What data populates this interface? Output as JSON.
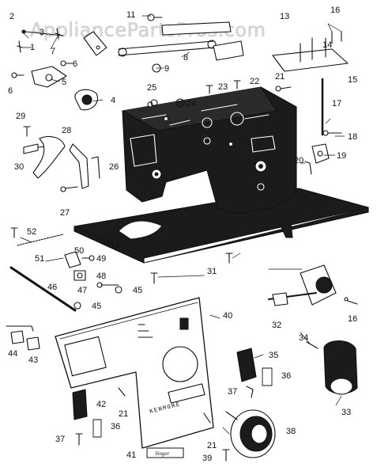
{
  "watermark": "AppliancePartsPros.com",
  "colors": {
    "ink": "#111111",
    "body": "#1b1b1b",
    "paper": "#ffffff",
    "watermark": "#d9d9d9"
  },
  "faceplate_brand": "KENMORE",
  "emblem_text": "Singer",
  "callouts": [
    {
      "id": "1",
      "label": "1"
    },
    {
      "id": "2",
      "label": "2"
    },
    {
      "id": "3",
      "label": "3"
    },
    {
      "id": "4",
      "label": "4"
    },
    {
      "id": "5",
      "label": "5"
    },
    {
      "id": "6a",
      "label": "6"
    },
    {
      "id": "6b",
      "label": "6"
    },
    {
      "id": "7",
      "label": "7"
    },
    {
      "id": "8",
      "label": "8"
    },
    {
      "id": "9",
      "label": "9"
    },
    {
      "id": "11",
      "label": "11"
    },
    {
      "id": "13",
      "label": "13"
    },
    {
      "id": "14",
      "label": "14"
    },
    {
      "id": "15",
      "label": "15"
    },
    {
      "id": "16a",
      "label": "16"
    },
    {
      "id": "16b",
      "label": "16"
    },
    {
      "id": "17",
      "label": "17"
    },
    {
      "id": "18",
      "label": "18"
    },
    {
      "id": "19",
      "label": "19"
    },
    {
      "id": "20",
      "label": "20"
    },
    {
      "id": "21a",
      "label": "21"
    },
    {
      "id": "21b",
      "label": "21"
    },
    {
      "id": "21c",
      "label": "21"
    },
    {
      "id": "22",
      "label": "22"
    },
    {
      "id": "23",
      "label": "23"
    },
    {
      "id": "24",
      "label": "24"
    },
    {
      "id": "25",
      "label": "25"
    },
    {
      "id": "26",
      "label": "26"
    },
    {
      "id": "27",
      "label": "27"
    },
    {
      "id": "28",
      "label": "28"
    },
    {
      "id": "29",
      "label": "29"
    },
    {
      "id": "30",
      "label": "30"
    },
    {
      "id": "31",
      "label": "31"
    },
    {
      "id": "32",
      "label": "32"
    },
    {
      "id": "33",
      "label": "33"
    },
    {
      "id": "34",
      "label": "34"
    },
    {
      "id": "35",
      "label": "35"
    },
    {
      "id": "36a",
      "label": "36"
    },
    {
      "id": "36b",
      "label": "36"
    },
    {
      "id": "37a",
      "label": "37"
    },
    {
      "id": "37b",
      "label": "37"
    },
    {
      "id": "38",
      "label": "38"
    },
    {
      "id": "39",
      "label": "39"
    },
    {
      "id": "40",
      "label": "40"
    },
    {
      "id": "41",
      "label": "41"
    },
    {
      "id": "42",
      "label": "42"
    },
    {
      "id": "43",
      "label": "43"
    },
    {
      "id": "44",
      "label": "44"
    },
    {
      "id": "45a",
      "label": "45"
    },
    {
      "id": "45b",
      "label": "45"
    },
    {
      "id": "46",
      "label": "46"
    },
    {
      "id": "47",
      "label": "47"
    },
    {
      "id": "48",
      "label": "48"
    },
    {
      "id": "49",
      "label": "49"
    },
    {
      "id": "50",
      "label": "50"
    },
    {
      "id": "51",
      "label": "51"
    },
    {
      "id": "52",
      "label": "52"
    }
  ]
}
